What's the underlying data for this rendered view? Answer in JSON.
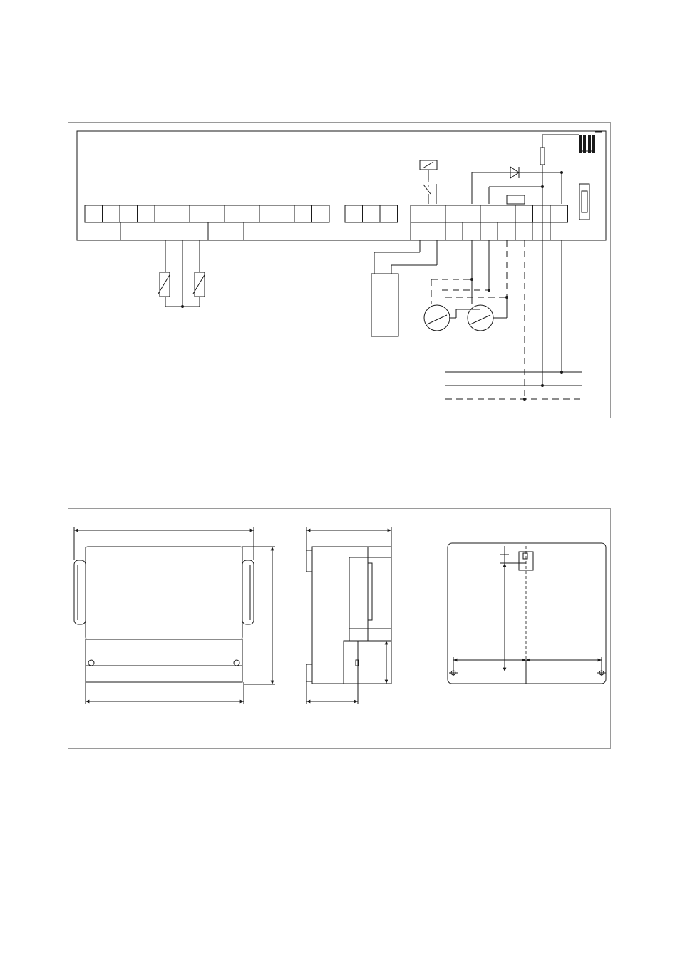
{
  "colors": {
    "line": "#1a1a1a",
    "frame": "#9a9a9a",
    "background": "#ffffff"
  },
  "wiring_diagram": {
    "terminal_block_groups": [
      {
        "name": "left-terminal-group",
        "count": 14
      },
      {
        "name": "middle-terminal-group",
        "count": 3
      },
      {
        "name": "right-terminal-group",
        "count": 9
      }
    ],
    "components": [
      "temperature-sensor",
      "temperature-sensor",
      "relay-coil",
      "relay-contact",
      "diode",
      "fuse",
      "fuse-holder",
      "transformer",
      "electric-heater-element",
      "motor",
      "motor",
      "supply-line-l",
      "supply-line-n",
      "protective-earth-line"
    ]
  },
  "dimension_drawing": {
    "views": [
      "front-view",
      "side-view",
      "mounting-drilling-template"
    ]
  }
}
